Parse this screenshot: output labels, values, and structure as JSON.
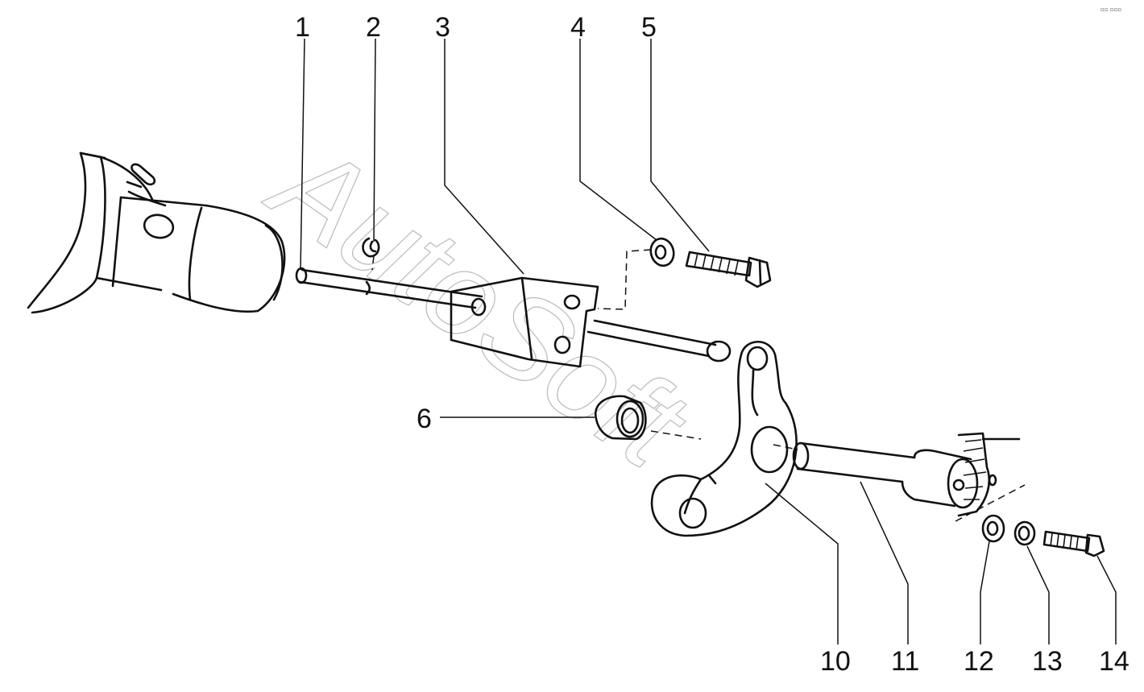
{
  "corner_mark": "▫▫ ▫▫▫",
  "watermark": "AutoSoft",
  "callouts": [
    {
      "id": "1",
      "label": "1"
    },
    {
      "id": "2",
      "label": "2"
    },
    {
      "id": "3",
      "label": "3"
    },
    {
      "id": "4",
      "label": "4"
    },
    {
      "id": "5",
      "label": "5"
    },
    {
      "id": "6",
      "label": "6"
    },
    {
      "id": "10",
      "label": "10"
    },
    {
      "id": "11",
      "label": "11"
    },
    {
      "id": "12",
      "label": "12"
    },
    {
      "id": "13",
      "label": "13"
    },
    {
      "id": "14",
      "label": "14"
    }
  ]
}
